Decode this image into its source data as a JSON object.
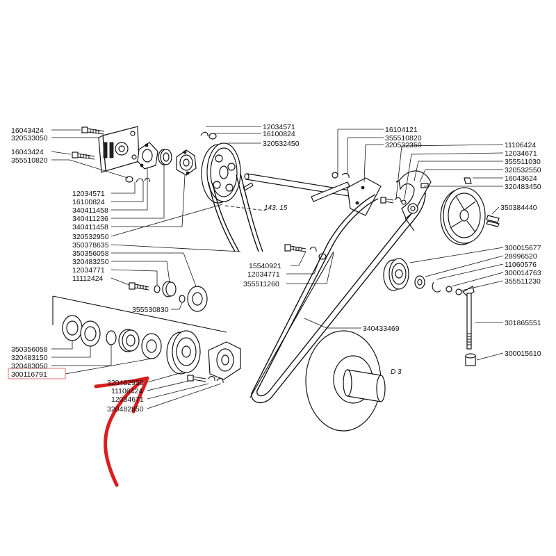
{
  "labels": {
    "l1": "16043424",
    "l2": "320533050",
    "l3": "16043424",
    "l4": "355510820",
    "l5": "12034571",
    "l6": "16100824",
    "l7": "340411458",
    "l8": "340411236",
    "l9": "340411458",
    "l10": "320532950",
    "l11": "350378635",
    "l12": "350356058",
    "l13": "320483250",
    "l14": "12034771",
    "l15": "11112424",
    "l16": "355530830",
    "l17": "350356058",
    "l18": "320483150",
    "l19": "320483050",
    "l20": "300116791",
    "l21": "320482950",
    "l22": "11106424",
    "l23": "12034671",
    "l24": "320482850",
    "t1": "12034571",
    "t2": "16100824",
    "t3": "320532450",
    "m1": "15540921",
    "m2": "12034771",
    "m3": "355511260",
    "c1": "16104121",
    "c2": "355510820",
    "c3": "320532350",
    "r1": "11106424",
    "r2": "12034671",
    "r3": "355511030",
    "r4": "320532550",
    "r5": "16043624",
    "r6": "320483450",
    "r7": "350384440",
    "r8": "300015677",
    "r9": "28996520",
    "r10": "11060576",
    "r11": "300014763",
    "r12": "355511230",
    "r13": "301865551",
    "r14": "300015610",
    "belt": "340433469",
    "ref": "143. 15",
    "d3": "D 3"
  }
}
